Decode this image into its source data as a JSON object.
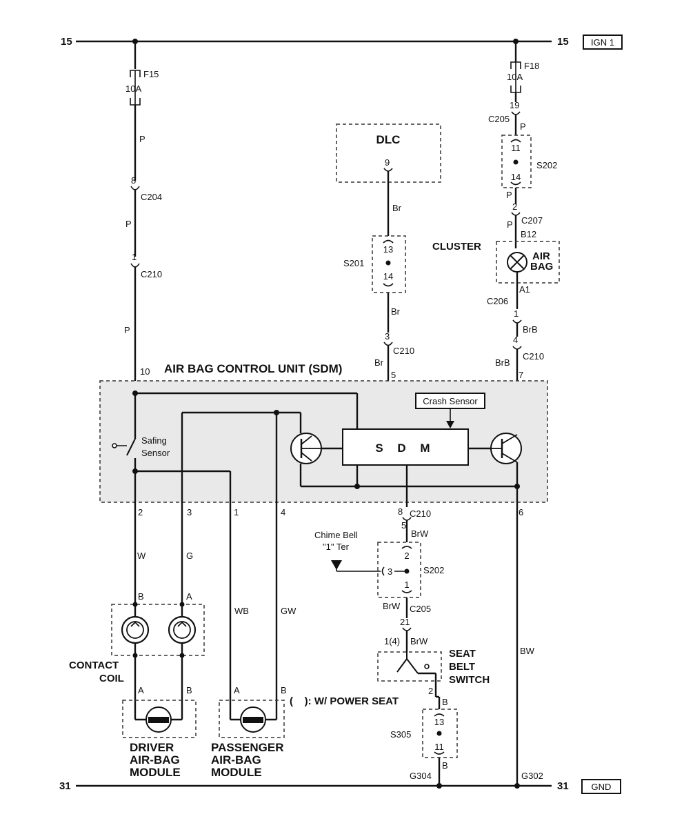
{
  "rails": {
    "top_left": "15",
    "top_right": "15",
    "top_tag": "IGN 1",
    "bottom_left": "31",
    "bottom_right": "31",
    "bottom_tag": "GND"
  },
  "fuses": {
    "f15_name": "F15",
    "f15_rating": "10A",
    "f18_name": "F18",
    "f18_rating": "10A"
  },
  "wire_colors": {
    "p": "P",
    "br": "Br",
    "brb": "BrB",
    "brw": "BrW",
    "w": "W",
    "g": "G",
    "wb": "WB",
    "gw": "GW",
    "bw": "BW",
    "b": "B"
  },
  "connectors": {
    "c204": "C204",
    "c204_pin": "8",
    "c210": "C210",
    "c210_pin_left": "1",
    "c210_pin_dlc": "3",
    "c210_pin_right": "4",
    "c210_pin_bottom": "8",
    "c205": "C205",
    "c205_pin_top": "19",
    "c205_pin_bottom": "21",
    "c207": "C207",
    "c207_pin": "2",
    "c206": "C206",
    "c206_pin": "1"
  },
  "splices": {
    "s201": "S201",
    "s201_pins": [
      "13",
      "14"
    ],
    "s202_top": "S202",
    "s202_top_pins": [
      "11",
      "14"
    ],
    "s202_bottom": "S202",
    "s202_bottom_pins": [
      "2",
      "3",
      "1"
    ],
    "s305": "S305",
    "s305_pins": [
      "13",
      "11"
    ]
  },
  "dlc": {
    "label": "DLC",
    "pin": "9"
  },
  "cluster": {
    "label": "CLUSTER",
    "lamp_line1": "AIR",
    "lamp_line2": "BAG",
    "pin_top": "B12",
    "pin_bottom": "A1"
  },
  "sdm": {
    "title": "AIR BAG CONTROL UNIT (SDM)",
    "core_label": "S D M",
    "crash_sensor": "Crash Sensor",
    "safing_line1": "Safing",
    "safing_line2": "Sensor",
    "pins": [
      "10",
      "5",
      "7",
      "2",
      "3",
      "1",
      "4",
      "6"
    ]
  },
  "chime": {
    "line1": "Chime Bell",
    "line2": "\"1\" Ter"
  },
  "contact_coil": {
    "line1": "CONTACT",
    "line2": "COIL",
    "pin_top_left": "B",
    "pin_top_right": "A",
    "pin_bot_left": "A",
    "pin_bot_right": "B"
  },
  "driver_module": {
    "line1": "DRIVER",
    "line2": "AIR-BAG",
    "line3": "MODULE",
    "pin_left": "A",
    "pin_right": "B"
  },
  "passenger_module": {
    "line1": "PASSENGER",
    "line2": "AIR-BAG",
    "line3": "MODULE",
    "pin_left": "A",
    "pin_right": "B"
  },
  "power_seat_note": "(    ): W/ POWER SEAT",
  "seat_belt": {
    "line1": "SEAT",
    "line2": "BELT",
    "line3": "SWITCH",
    "pin_top": "1(4)",
    "pin_bottom": "2"
  },
  "grounds": {
    "g304": "G304",
    "g302": "G302"
  }
}
